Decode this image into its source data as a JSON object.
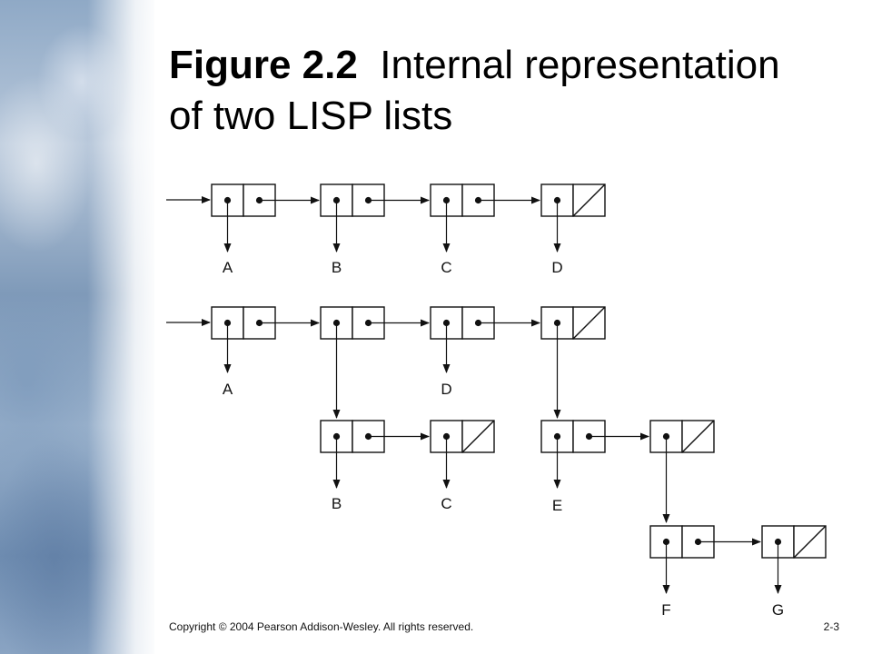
{
  "title": {
    "figure_label": "Figure 2.2",
    "caption_line1": "Internal representation",
    "caption_line2": "of two LISP lists"
  },
  "footer": {
    "copyright": "Copyright © 2004 Pearson Addison-Wesley. All rights reserved.",
    "page_number": "2-3"
  },
  "diagram": {
    "list1_atoms": [
      "A",
      "B",
      "C",
      "D"
    ],
    "list2_atoms": [
      "A",
      "D"
    ],
    "sublist1_atoms": [
      "B",
      "C"
    ],
    "sublist2_atoms": [
      "E"
    ],
    "sublist3_atoms": [
      "F",
      "G"
    ]
  }
}
